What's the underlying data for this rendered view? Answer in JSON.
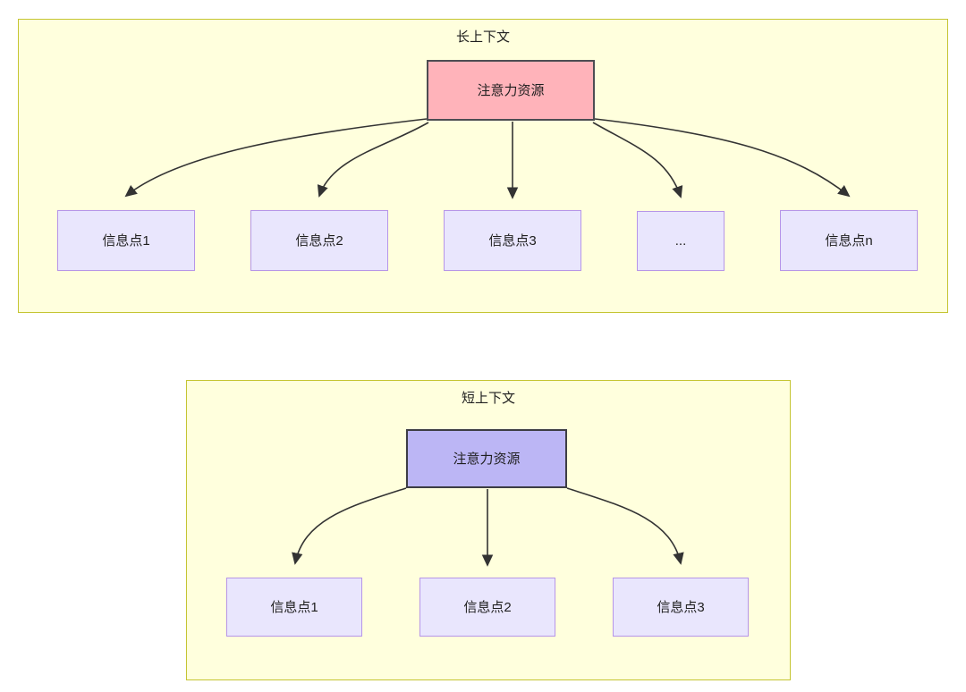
{
  "diagram": {
    "type": "flowchart",
    "title": "Attention resource allocation: long context vs short context",
    "colors": {
      "group_fill": "#ffffdd",
      "group_border": "#c5c532",
      "attention_long_fill": "#ffb3ba",
      "attention_long_border": "#4d4d52",
      "attention_short_fill": "#bcb6f5",
      "attention_short_border": "#3d3d44",
      "info_fill": "#e9e6fd",
      "info_border": "#b695e8",
      "edge_stroke": "#333333",
      "text": "#1f1f1f",
      "page_background": "#ffffff"
    },
    "groups": [
      {
        "id": "long",
        "title": "长上下文",
        "root": {
          "id": "attention-long",
          "label": "注意力资源"
        },
        "children": [
          {
            "id": "long-info-1",
            "label": "信息点1"
          },
          {
            "id": "long-info-2",
            "label": "信息点2"
          },
          {
            "id": "long-info-3",
            "label": "信息点3"
          },
          {
            "id": "long-ellipsis",
            "label": "..."
          },
          {
            "id": "long-info-n",
            "label": "信息点n"
          }
        ],
        "edge_count": 5
      },
      {
        "id": "short",
        "title": "短上下文",
        "root": {
          "id": "attention-short",
          "label": "注意力资源"
        },
        "children": [
          {
            "id": "short-info-1",
            "label": "信息点1"
          },
          {
            "id": "short-info-2",
            "label": "信息点2"
          },
          {
            "id": "short-info-3",
            "label": "信息点3"
          }
        ],
        "edge_count": 3
      }
    ]
  }
}
